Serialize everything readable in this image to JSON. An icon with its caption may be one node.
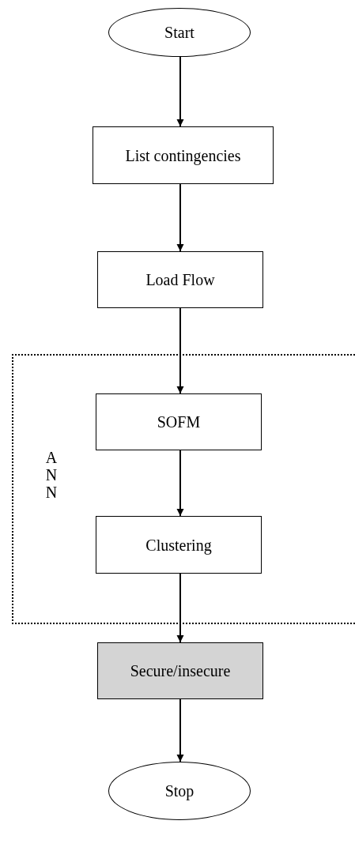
{
  "diagram": {
    "nodes": [
      {
        "text": [
          "Start"
        ]
      },
      {
        "text": [
          "List contingencies"
        ]
      },
      {
        "text": [
          "Load Flow"
        ]
      },
      {
        "text": [
          "ANN"
        ]
      },
      {
        "text": [
          "SOFM"
        ],
        "in": 3
      },
      {
        "text": [
          "Clustering"
        ],
        "in": 3
      },
      {
        "text": [
          "Secure/insecure"
        ]
      },
      {
        "text": [
          "Stop"
        ]
      }
    ],
    "edges": [
      {
        "from": 0,
        "to": 1,
        "arrow": "to"
      },
      {
        "from": 1,
        "to": 2,
        "arrow": "to"
      },
      {
        "from": 2,
        "to": 4,
        "arrow": "to"
      },
      {
        "from": 4,
        "to": 5,
        "arrow": "to"
      },
      {
        "from": 5,
        "to": 6,
        "arrow": "to"
      },
      {
        "from": 6,
        "to": 7,
        "arrow": "to"
      }
    ]
  }
}
